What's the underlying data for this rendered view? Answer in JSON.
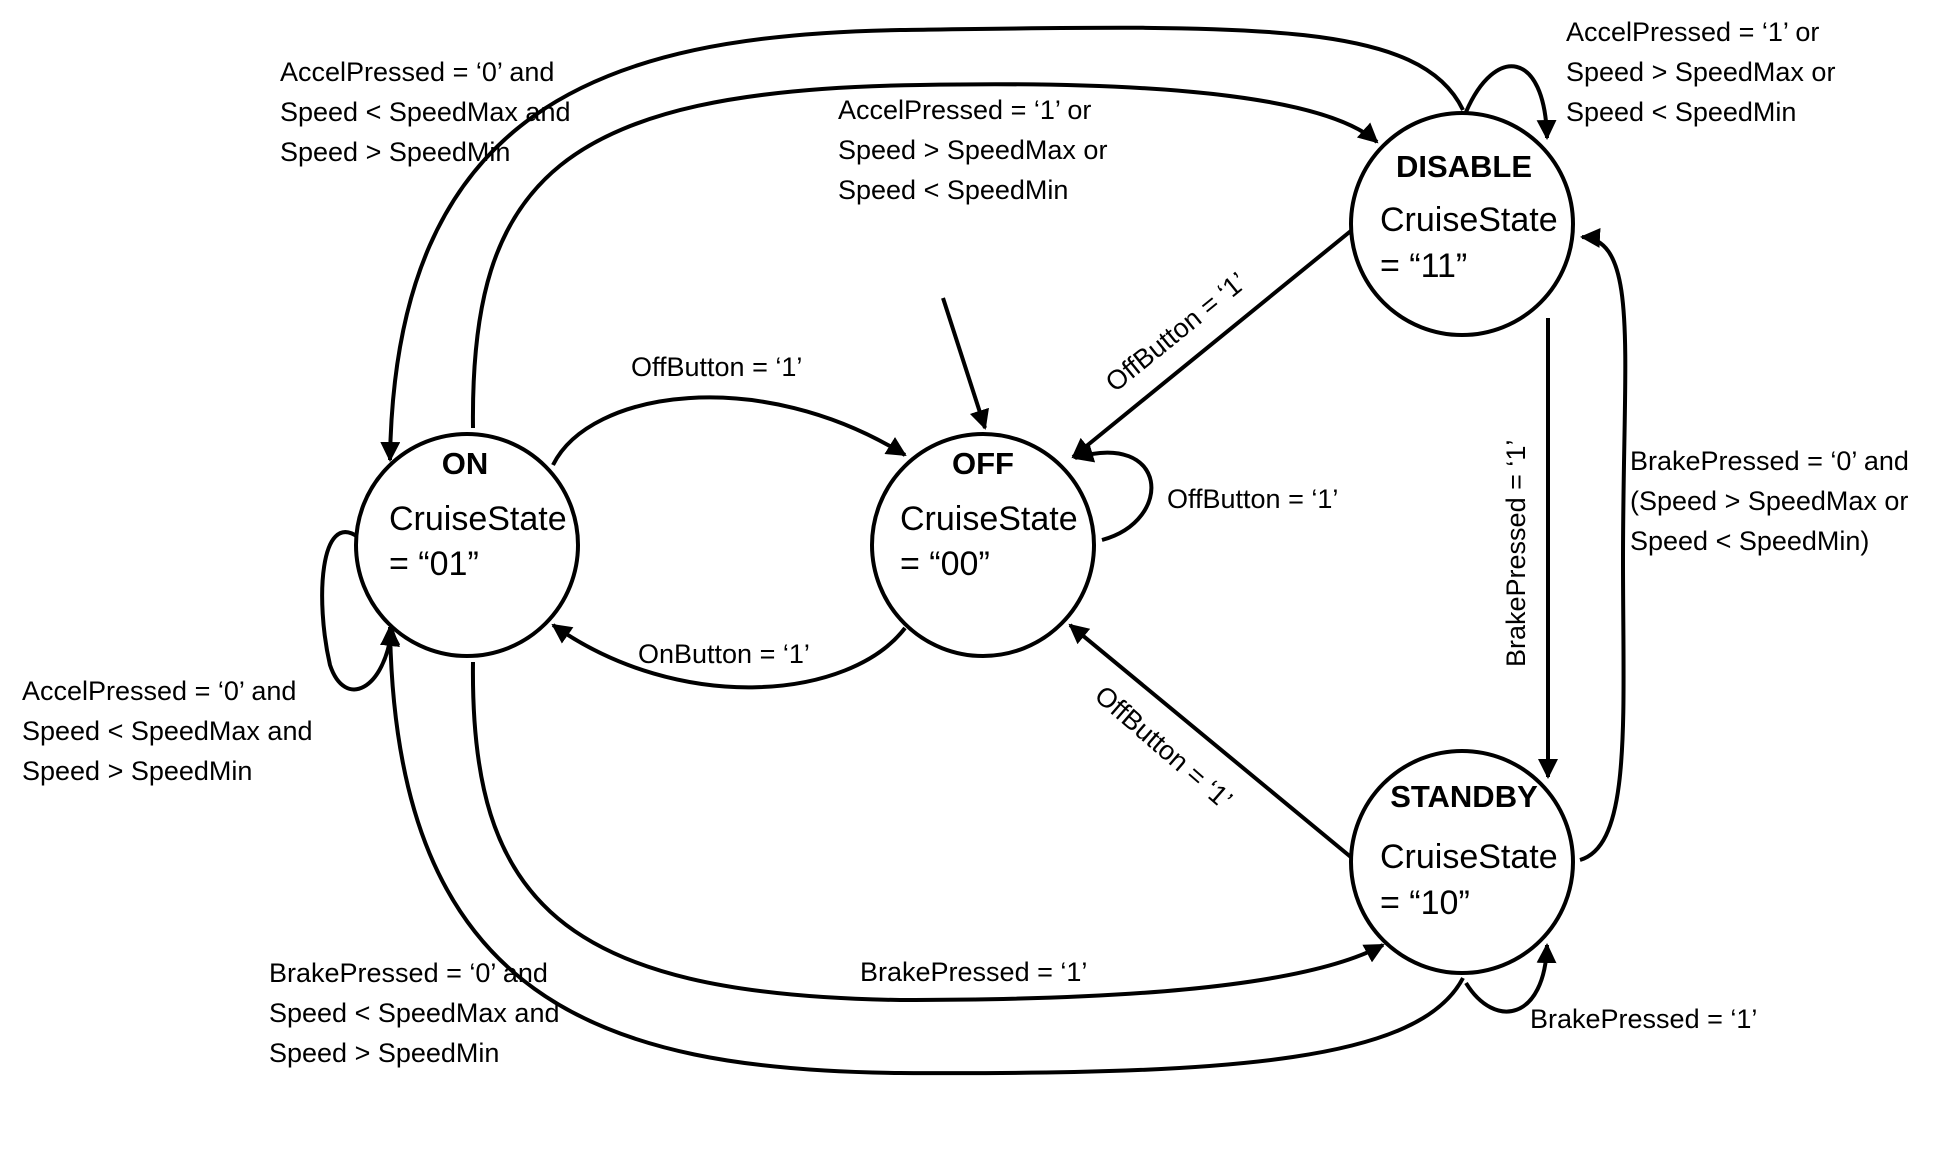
{
  "states": {
    "on": {
      "name": "ON",
      "line1": "CruiseState",
      "line2": "= “01”"
    },
    "off": {
      "name": "OFF",
      "line1": "CruiseState",
      "line2": "= “00”"
    },
    "disable": {
      "name": "DISABLE",
      "line1": "CruiseState",
      "line2": "= “11”"
    },
    "standby": {
      "name": "STANDBY",
      "line1": "CruiseState",
      "line2": "= “10”"
    }
  },
  "transitions": {
    "disable_to_on": [
      "AccelPressed = ‘0’ and",
      "Speed < SpeedMax and",
      "Speed > SpeedMin"
    ],
    "on_to_disable": [
      "AccelPressed = ‘1’ or",
      "Speed > SpeedMax or",
      "Speed < SpeedMin"
    ],
    "disable_self": [
      "AccelPressed = ‘1’ or",
      "Speed > SpeedMax or",
      "Speed < SpeedMin"
    ],
    "on_to_off": "OffButton = ‘1’",
    "off_to_on": "OnButton = ‘1’",
    "off_self": "OffButton = ‘1’",
    "disable_to_off": "OffButton = ‘1’",
    "standby_to_off": "OffButton = ‘1’",
    "disable_to_standby": "BrakePressed = ‘1’",
    "standby_to_disable": [
      "BrakePressed = ‘0’ and",
      "(Speed > SpeedMax or",
      "Speed < SpeedMin)"
    ],
    "on_self": [
      "AccelPressed = ‘0’ and",
      "Speed < SpeedMax and",
      "Speed > SpeedMin"
    ],
    "on_to_standby": "BrakePressed = ‘1’",
    "standby_to_on": [
      "BrakePressed = ‘0’ and",
      "Speed < SpeedMax and",
      "Speed > SpeedMin"
    ],
    "standby_self": "BrakePressed = ‘1’"
  }
}
